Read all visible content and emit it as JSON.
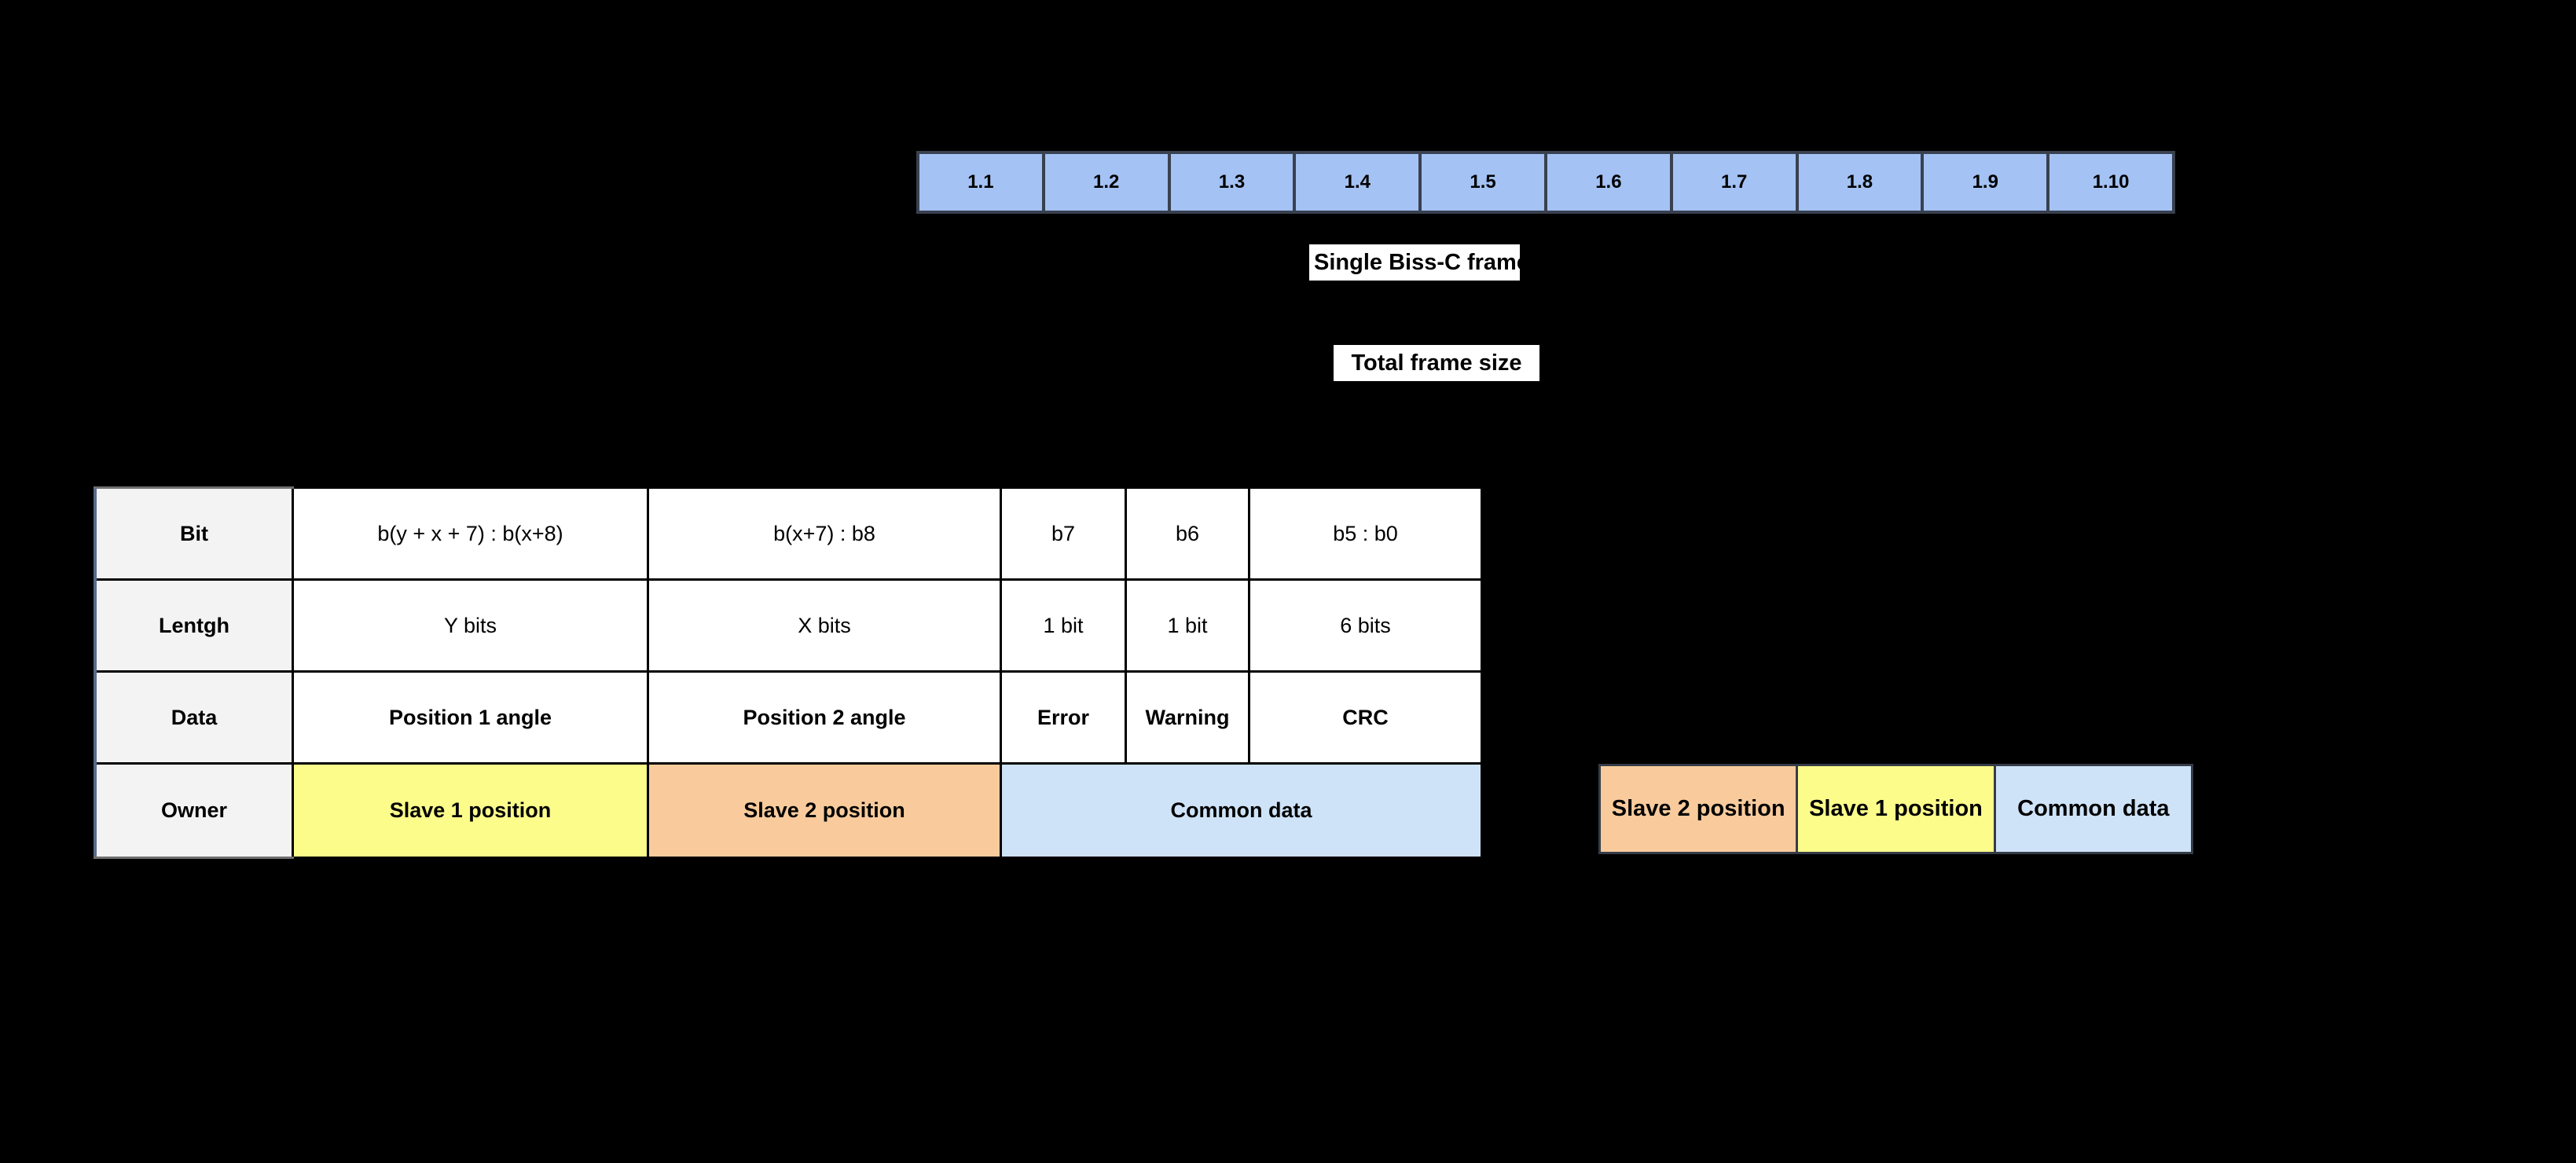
{
  "colors": {
    "background": "#000000",
    "frame_cell_fill": "#a4c2f4",
    "frame_border": "#39414f",
    "table_border": "#000000",
    "header_fill": "#f3f3f3",
    "header_edge_gray": "#6f6f6f",
    "yellow": "#fcfc8b",
    "orange": "#f9cb9c",
    "light_blue": "#cfe3f8",
    "label_bg": "#ffffff",
    "text": "#000000"
  },
  "frame_row": {
    "cells": [
      "1.1",
      "1.2",
      "1.3",
      "1.4",
      "1.5",
      "1.6",
      "1.7",
      "1.8",
      "1.9",
      "1.10"
    ]
  },
  "labels": {
    "single_frame": "Single Biss-C frame",
    "total_frame": "Total frame size"
  },
  "table": {
    "rows": {
      "bit": {
        "header": "Bit",
        "cells": [
          "b(y + x + 7) : b(x+8)",
          "b(x+7) : b8",
          "b7",
          "b6",
          "b5 : b0"
        ]
      },
      "length": {
        "header": "Lentgh",
        "cells": [
          "Y bits",
          "X bits",
          "1 bit",
          "1 bit",
          "6 bits"
        ]
      },
      "data": {
        "header": "Data",
        "cells": [
          "Position 1 angle",
          "Position 2 angle",
          "Error",
          "Warning",
          "CRC"
        ]
      },
      "owner": {
        "header": "Owner",
        "cells": [
          "Slave 1 position",
          "Slave 2 position",
          "Common data"
        ]
      }
    }
  },
  "legend": {
    "cells": [
      "Slave 2 position",
      "Slave 1 position",
      "Common data"
    ]
  }
}
